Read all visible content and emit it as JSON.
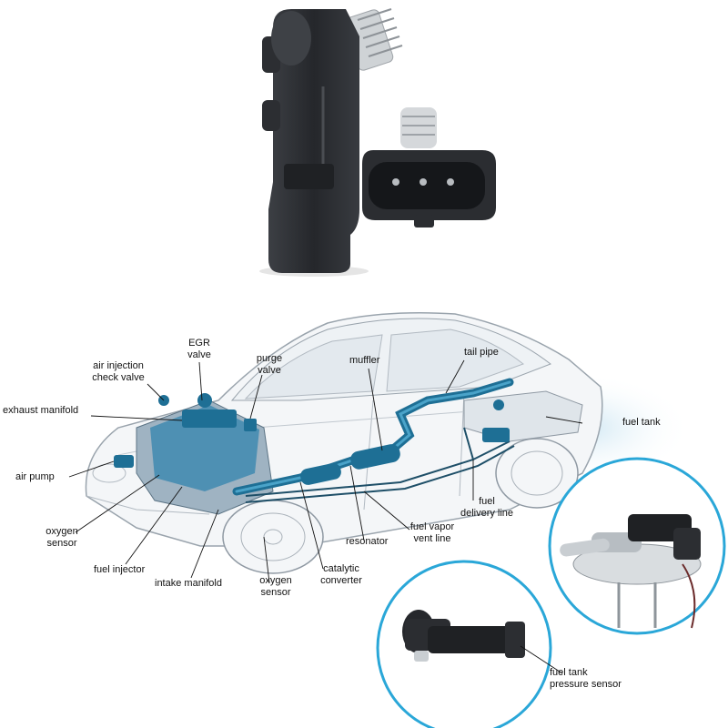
{
  "colors": {
    "accent": "#1e6f95",
    "accent_light": "#4aa3c9",
    "circle_border": "#2aa7d8",
    "sensor_dark": "#2a2c30",
    "car_outline": "#9aa4ad",
    "text": "#111111"
  },
  "labels": {
    "egr_valve": [
      "EGR",
      "valve"
    ],
    "air_injection_check_valve": [
      "air injection",
      "check valve"
    ],
    "purge_valve": [
      "purge",
      "valve"
    ],
    "muffler": "muffler",
    "tail_pipe": "tail pipe",
    "exhaust_manifold": "exhaust manifold",
    "fuel_tank": "fuel tank",
    "air_pump": "air pump",
    "oxygen_sensor_left": [
      "oxygen",
      "sensor"
    ],
    "fuel_delivery_line": [
      "fuel",
      "delivery line"
    ],
    "fuel_vapor_vent_line": [
      "fuel vapor",
      "vent line"
    ],
    "resonator": "resonator",
    "fuel_injector": "fuel injector",
    "intake_manifold": "intake manifold",
    "oxygen_sensor_bottom": [
      "oxygen",
      "sensor"
    ],
    "catalytic_converter": [
      "catalytic",
      "converter"
    ],
    "fuel_tank_pressure_sensor": [
      "fuel tank",
      "pressure sensor"
    ]
  }
}
